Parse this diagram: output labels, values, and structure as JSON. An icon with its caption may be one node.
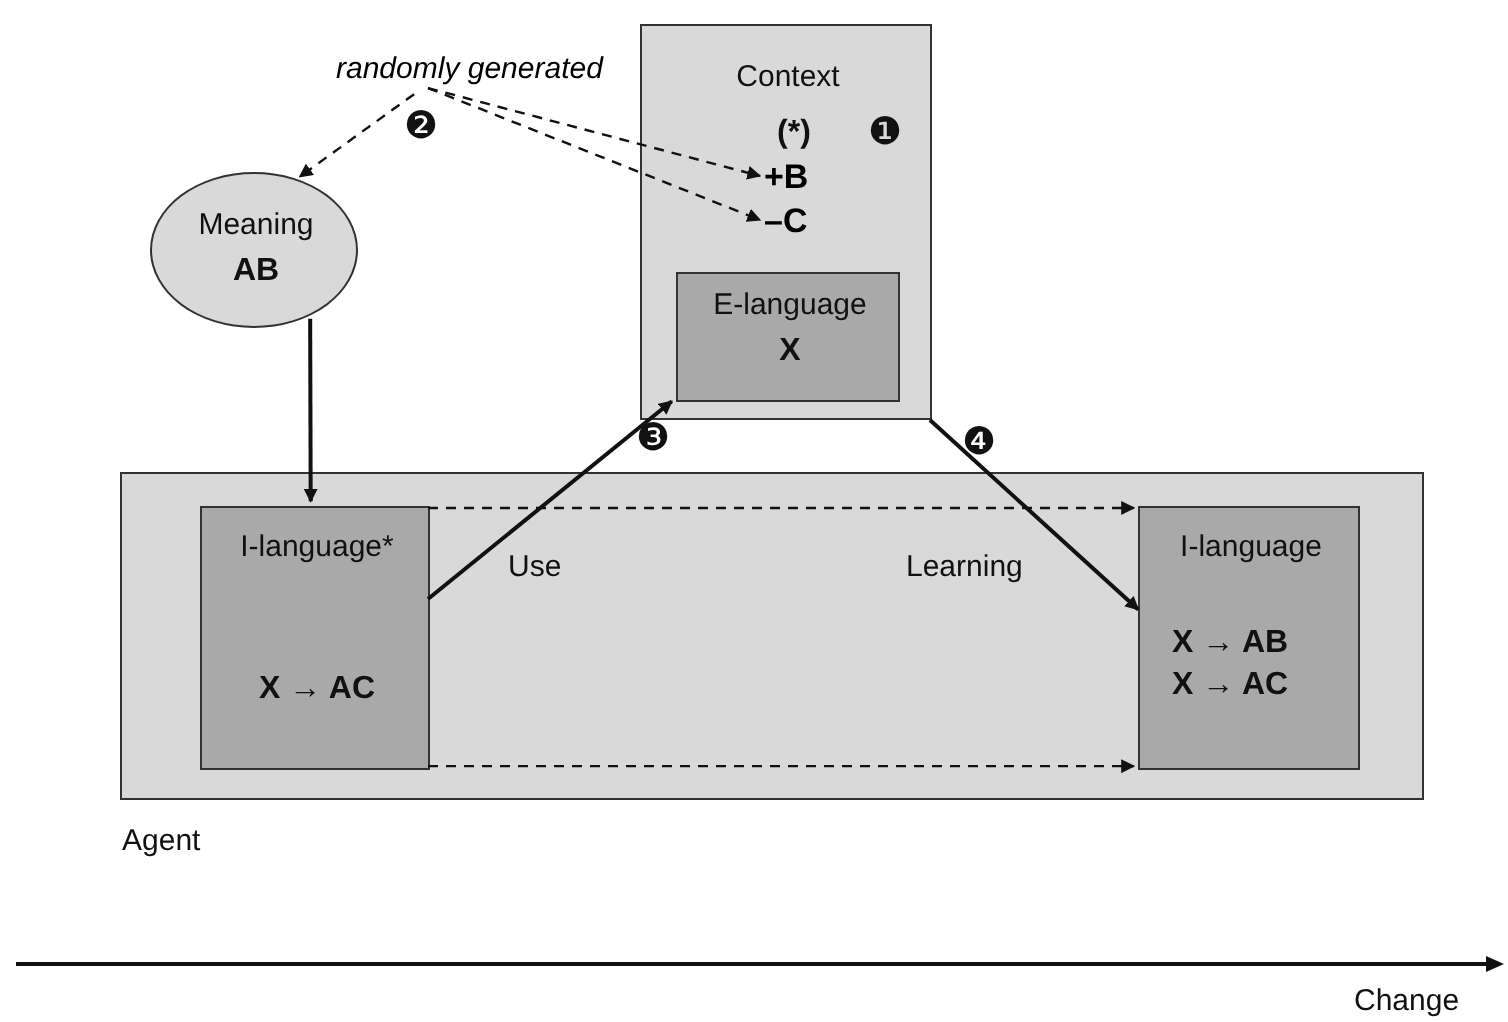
{
  "diagram": {
    "nodes": [
      {
        "text": [
          "randomly generated"
        ]
      },
      {
        "text": [
          "Context",
          "(*)"
        ]
      },
      {
        "text": [
          "+B"
        ],
        "in": 1
      },
      {
        "text": [
          "–C"
        ],
        "in": 1
      },
      {
        "text": [
          "E-language",
          "X"
        ],
        "in": 1
      },
      {
        "text": [
          "Meaning",
          "AB"
        ]
      },
      {
        "text": [
          "Agent"
        ]
      },
      {
        "text": [
          "I-language*",
          "X → AC"
        ],
        "in": 6
      },
      {
        "text": [
          "I-language",
          "X → AB X → AC"
        ],
        "in": 6
      }
    ],
    "edges": [
      {
        "from": 0,
        "to": 5,
        "arrow": "to",
        "style": "dashed"
      },
      {
        "from": 0,
        "to": 2,
        "arrow": "to",
        "style": "dashed"
      },
      {
        "from": 0,
        "to": 3,
        "arrow": "to",
        "style": "dashed"
      },
      {
        "from": 5,
        "to": 7,
        "arrow": "to"
      },
      {
        "from": 7,
        "to": 4,
        "arrow": "to"
      },
      {
        "from": 1,
        "to": 8,
        "arrow": "to"
      },
      {
        "from": 7,
        "to": 8,
        "arrow": "to",
        "style": "dashed"
      },
      {
        "from": 7,
        "to": 8,
        "arrow": "to",
        "style": "dashed"
      }
    ],
    "labels": [
      "❶",
      "❷",
      "❸",
      "❹",
      "Use",
      "Learning",
      "Change"
    ]
  }
}
